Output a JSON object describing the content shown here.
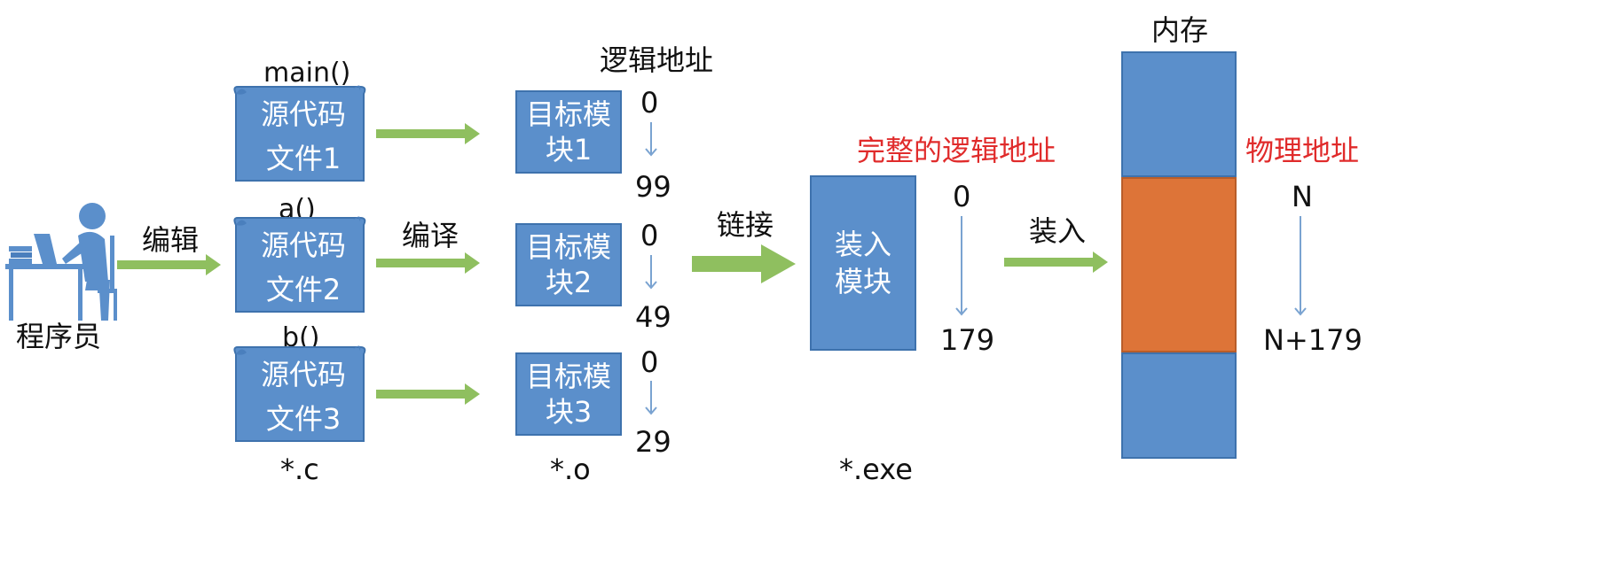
{
  "programmer": {
    "label": "程序员"
  },
  "edit_label": "编辑",
  "compile_label": "编译",
  "link_label": "链接",
  "load_label": "装入",
  "source_files": [
    {
      "func": "main()",
      "line1": "源代码",
      "line2": "文件1"
    },
    {
      "func": "a()",
      "line1": "源代码",
      "line2": "文件2"
    },
    {
      "func": "b()",
      "line1": "源代码",
      "line2": "文件3"
    }
  ],
  "object_modules": [
    {
      "line1": "目标模",
      "line2": "块1",
      "start": "0",
      "end": "99"
    },
    {
      "line1": "目标模",
      "line2": "块2",
      "start": "0",
      "end": "49"
    },
    {
      "line1": "目标模",
      "line2": "块3",
      "start": "0",
      "end": "29"
    }
  ],
  "logical_address_header": "逻辑地址",
  "load_module": {
    "line1": "装入",
    "line2": "模块",
    "start": "0",
    "end": "179"
  },
  "complete_logical_address": "完整的逻辑地址",
  "memory": {
    "title": "内存"
  },
  "physical_address": {
    "label": "物理地址",
    "start": "N",
    "end": "N+179"
  },
  "extensions": {
    "source": "*.c",
    "object": "*.o",
    "exe": "*.exe"
  },
  "colors": {
    "blue": "#5b8fcb",
    "orange": "#dd7438",
    "arrow_green": "#8fbf5f",
    "red": "#e02b2b"
  }
}
